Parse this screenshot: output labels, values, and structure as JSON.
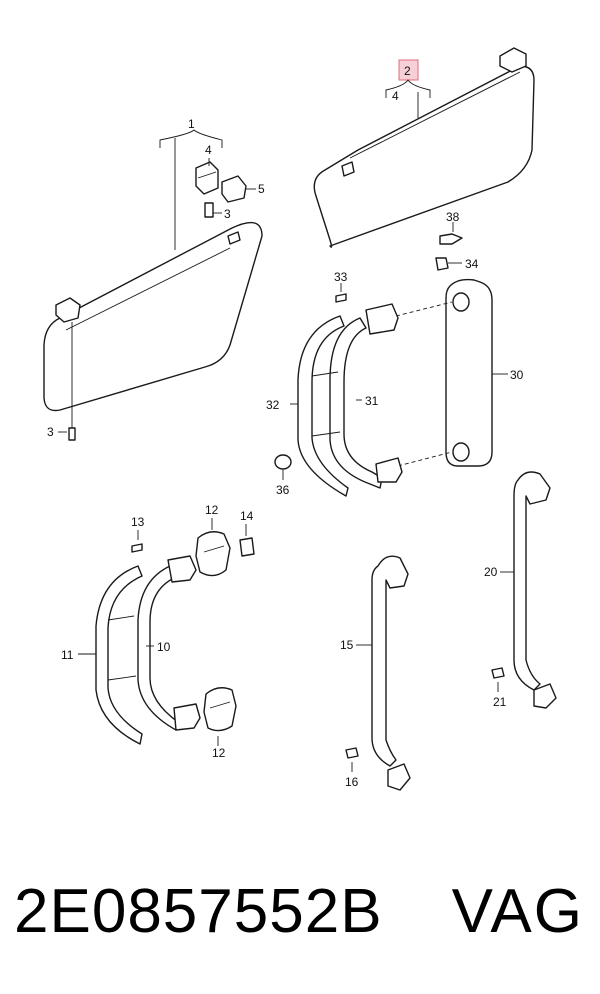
{
  "diagram": {
    "labels": {
      "l1": "1",
      "l2": "2",
      "l3a": "3",
      "l3b": "3",
      "l4a": "4",
      "l4b": "4",
      "l5": "5",
      "l10": "10",
      "l11": "11",
      "l12a": "12",
      "l12b": "12",
      "l13": "13",
      "l14": "14",
      "l15": "15",
      "l16": "16",
      "l20": "20",
      "l21": "21",
      "l30": "30",
      "l31": "31",
      "l32": "32",
      "l33": "33",
      "l34": "34",
      "l36": "36",
      "l38": "38"
    },
    "highlight_color": "#f6d0d6"
  },
  "footer": {
    "part_number": "2E0857552B",
    "brand": "VAG"
  }
}
